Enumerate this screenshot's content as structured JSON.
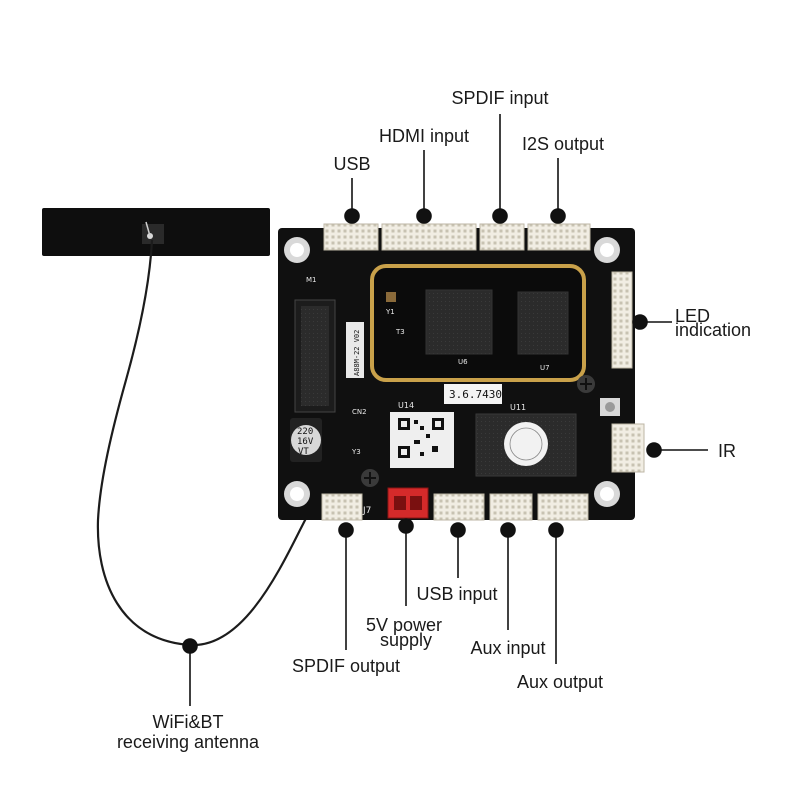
{
  "labels": {
    "usb": "USB",
    "hdmi_input": "HDMI input",
    "spdif_input": "SPDIF input",
    "i2s_output": "I2S output",
    "led_line1": "LED",
    "led_line2": "indication",
    "ir": "IR",
    "usb_input": "USB input",
    "power_line1": "5V power",
    "power_line2": "supply",
    "aux_input": "Aux input",
    "aux_output": "Aux output",
    "spdif_output": "SPDIF output",
    "antenna_line1": "WiFi&BT",
    "antenna_line2": "receiving antenna"
  },
  "board": {
    "module_version": "3.6.7430",
    "slot_label": "A88M-22 V02",
    "cap_value_1": "220",
    "cap_value_2": "16V",
    "cap_value_3": "VT",
    "u14": "U14",
    "u11": "U11",
    "u6": "U6",
    "u7": "U7",
    "y1": "Y1",
    "y3": "Y3",
    "t3": "T3",
    "j7": "J7",
    "cn2": "CN2",
    "m1": "M1"
  },
  "colors": {
    "board": "#111111",
    "gold": "#c9a14a",
    "connector": "#eeeae0",
    "power_connector": "#d42a2a",
    "antenna": "#1a1a1a",
    "leader": "#111111"
  },
  "icons": {
    "callout_dot": "filled-circle",
    "mount_hole": "ring"
  }
}
